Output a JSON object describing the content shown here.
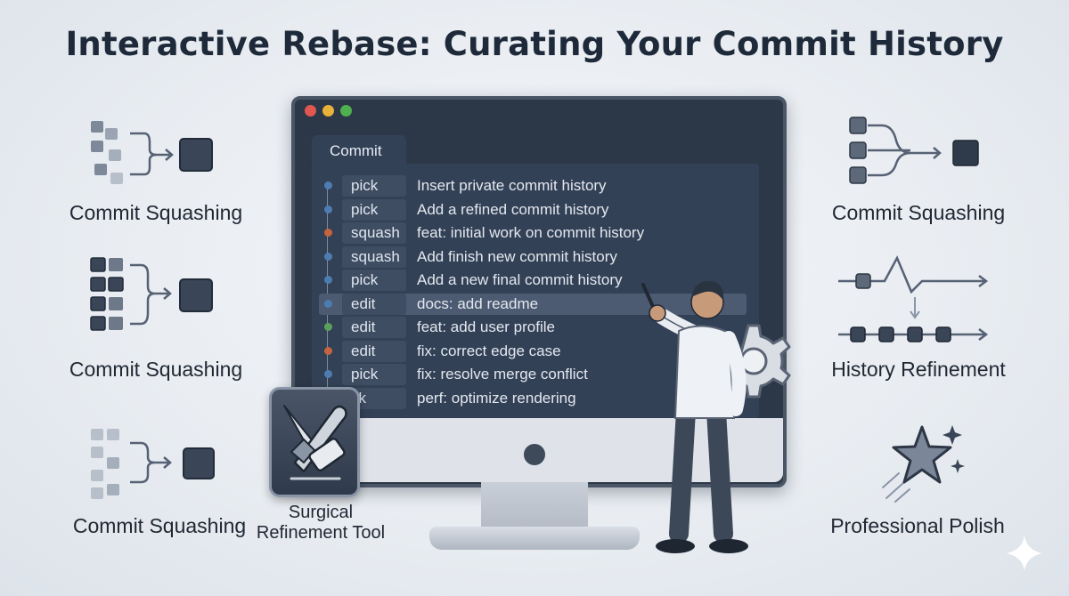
{
  "title": "Interactive Rebase: Curating Your Commit History",
  "editor": {
    "tab_label": "Commit",
    "rows": [
      {
        "cmd": "pick",
        "msg": "Insert private commit history",
        "node_color": "#4d7db0"
      },
      {
        "cmd": "pick",
        "msg": "Add a refined commit history",
        "node_color": "#4d7db0"
      },
      {
        "cmd": "squash",
        "msg": "feat: initial work on commit history",
        "node_color": "#c5643e"
      },
      {
        "cmd": "squash",
        "msg": "Add finish new commit history",
        "node_color": "#4d7db0"
      },
      {
        "cmd": "pick",
        "msg": "Add a new final commit history",
        "node_color": "#4d7db0"
      },
      {
        "cmd": "edit",
        "msg": "docs: add readme",
        "node_color": "#4d7db0",
        "highlighted": true
      },
      {
        "cmd": "edit",
        "msg": "feat: add user profile",
        "node_color": "#5ba05a"
      },
      {
        "cmd": "edit",
        "msg": "fix: correct edge case",
        "node_color": "#c5643e"
      },
      {
        "cmd": "pick",
        "msg": "fix: resolve merge conflict",
        "node_color": "#4d7db0"
      },
      {
        "cmd": "ck",
        "msg": "perf: optimize rendering",
        "node_color": "#4d7db0"
      }
    ]
  },
  "left_features": [
    {
      "label": "Commit Squashing",
      "icon": "squash-diagram-icon"
    },
    {
      "label": "Commit Squashing",
      "icon": "squash-diagram-icon"
    },
    {
      "label": "Commit Squashing",
      "icon": "squash-diagram-icon"
    }
  ],
  "right_features": [
    {
      "label": "Commit Squashing",
      "icon": "squash-diagram-icon"
    },
    {
      "label": "History Refinement",
      "icon": "history-graph-icon"
    },
    {
      "label": "Professional Polish",
      "icon": "star-icon"
    }
  ],
  "tool": {
    "label": "Surgical Refinement Tool",
    "icon": "scalpel-eraser-icon"
  },
  "colors": {
    "accent": "#3e4a5c",
    "window_red": "#e0574f",
    "window_yellow": "#e8b23a",
    "window_green": "#4fb04f"
  }
}
